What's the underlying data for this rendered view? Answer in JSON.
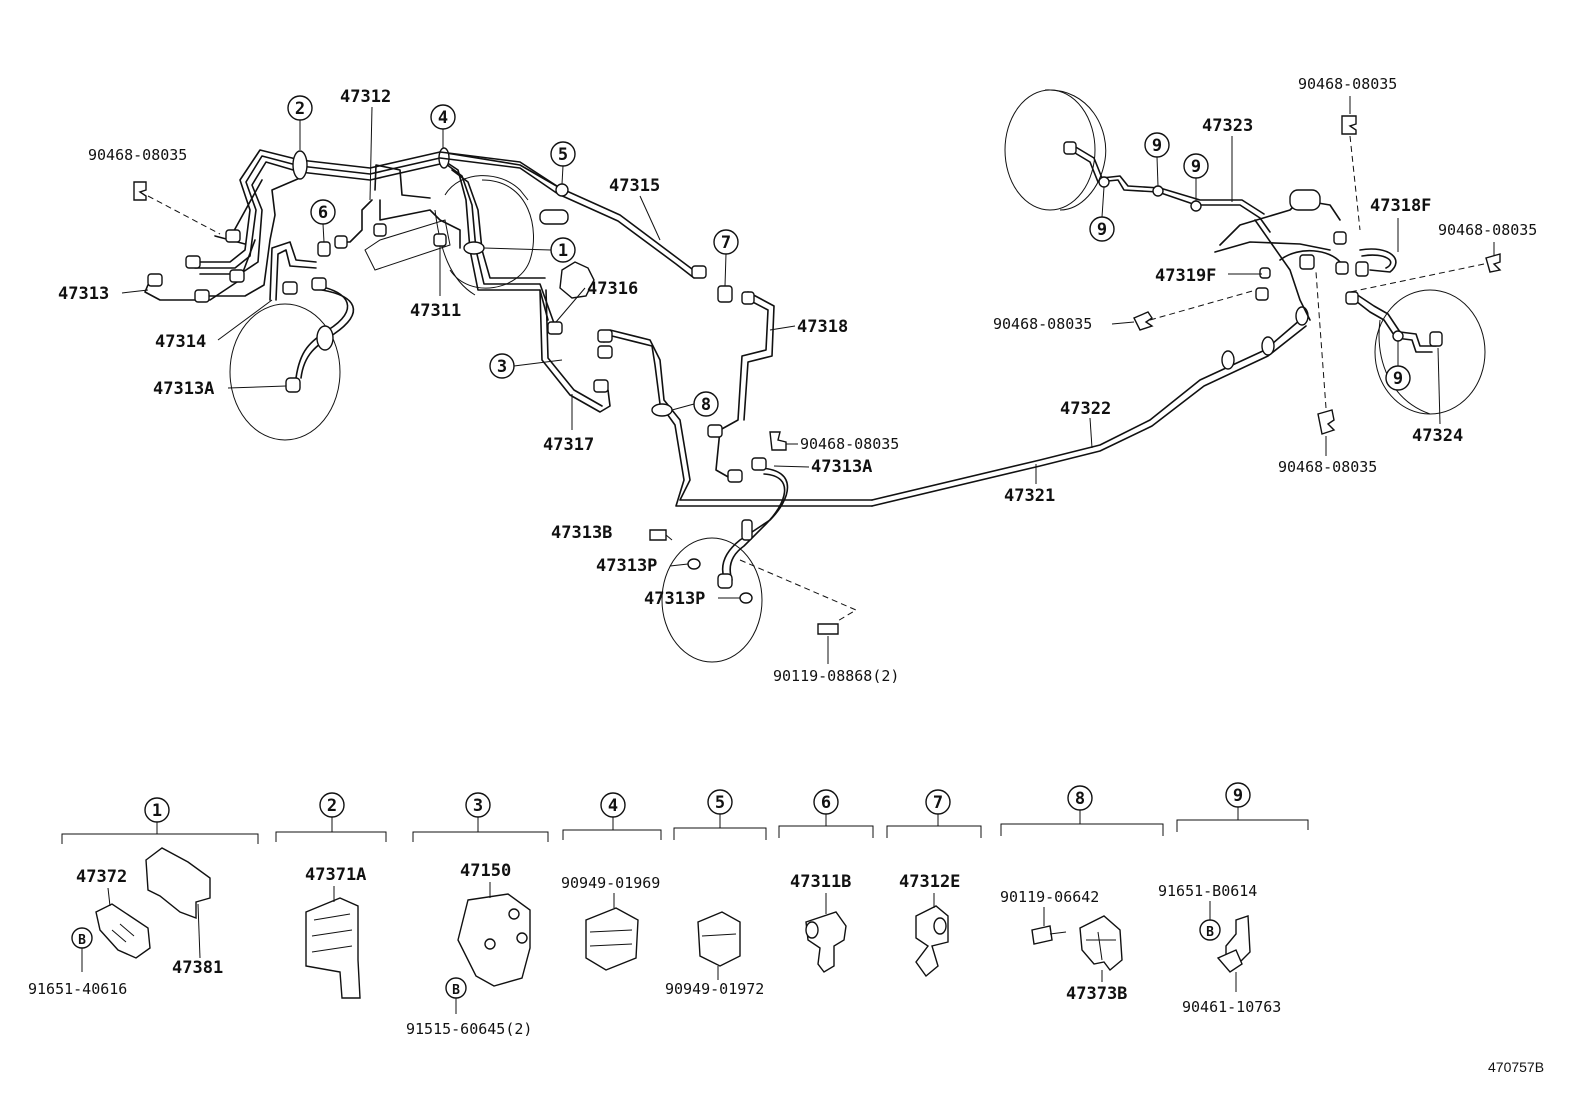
{
  "diagram_id": "470757B",
  "callouts": {
    "c1": "1",
    "c2": "2",
    "c3": "3",
    "c4": "4",
    "c5": "5",
    "c6": "6",
    "c7": "7",
    "c8": "8",
    "c9": "9",
    "bolt": "B"
  },
  "main_labels": {
    "p47312": "47312",
    "p90468_a": "90468-08035",
    "p47315": "47315",
    "p47313": "47313",
    "p47314": "47314",
    "p47311": "47311",
    "p47316": "47316",
    "p47318": "47318",
    "p47313A_l": "47313A",
    "p47317": "47317",
    "p90468_b": "90468-08035",
    "p47313A_c": "47313A",
    "p47313B": "47313B",
    "p47313P_1": "47313P",
    "p47313P_2": "47313P",
    "p90119_08868": "90119-08868(2)",
    "p90468_c": "90468-08035",
    "p47323": "47323",
    "p47318F": "47318F",
    "p90468_d": "90468-08035",
    "p47319F": "47319F",
    "p90468_e": "90468-08035",
    "p47322": "47322",
    "p47321": "47321",
    "p47324": "47324",
    "p90468_f": "90468-08035"
  },
  "legend": [
    {
      "num": "1",
      "parts": [
        "47372",
        "47381",
        "91651-40616"
      ]
    },
    {
      "num": "2",
      "parts": [
        "47371A"
      ]
    },
    {
      "num": "3",
      "parts": [
        "47150",
        "91515-60645(2)"
      ]
    },
    {
      "num": "4",
      "parts": [
        "90949-01969"
      ]
    },
    {
      "num": "5",
      "parts": [
        "90949-01972"
      ]
    },
    {
      "num": "6",
      "parts": [
        "47311B"
      ]
    },
    {
      "num": "7",
      "parts": [
        "47312E"
      ]
    },
    {
      "num": "8",
      "parts": [
        "90119-06642",
        "47373B"
      ]
    },
    {
      "num": "9",
      "parts": [
        "91651-B0614",
        "90461-10763"
      ]
    }
  ]
}
